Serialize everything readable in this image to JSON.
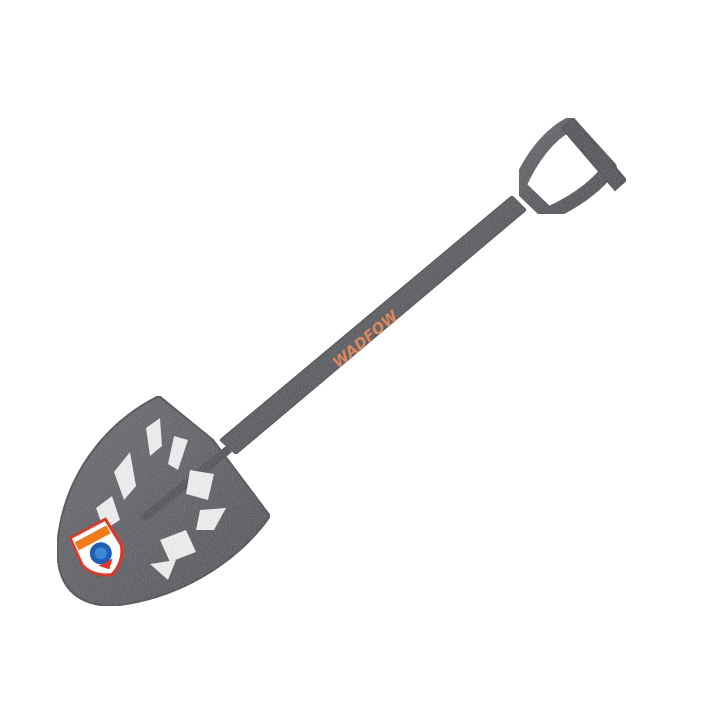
{
  "product": {
    "type": "shovel",
    "brand_mark": "WADFOW"
  },
  "colors": {
    "background": "#ffffff",
    "metal_dark": "#3a3c40",
    "metal_mid": "#55575c",
    "metal_light": "#8a8c90",
    "accent_orange": "#f07a1a",
    "badge_blue": "#1f5fb3",
    "badge_red": "#d8392a"
  },
  "icons": {
    "shovel": "shovel-icon",
    "badge": "brand-shield-badge"
  }
}
